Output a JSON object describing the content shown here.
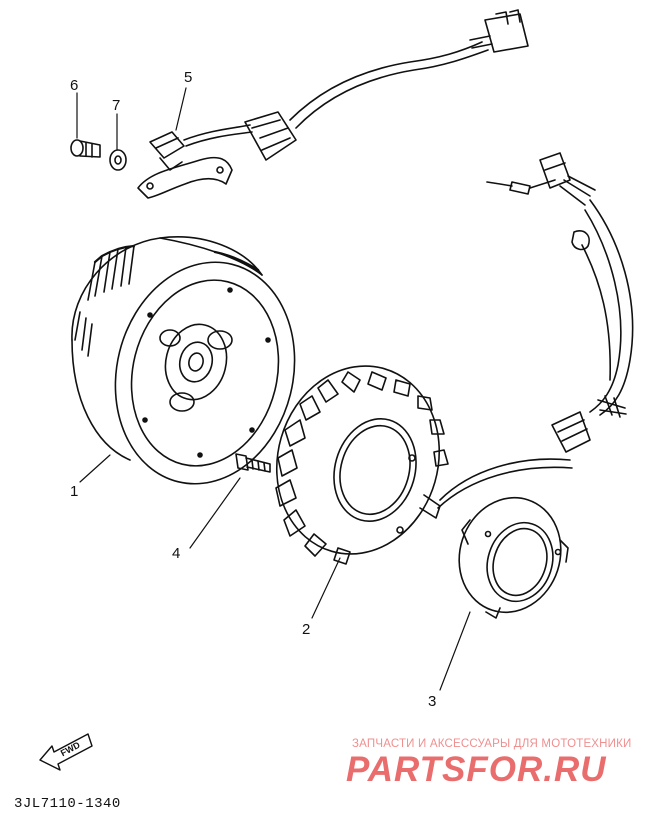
{
  "callouts": [
    {
      "id": "part-1",
      "label": "1"
    },
    {
      "id": "part-2",
      "label": "2"
    },
    {
      "id": "part-3",
      "label": "3"
    },
    {
      "id": "part-4",
      "label": "4"
    },
    {
      "id": "part-5",
      "label": "5"
    },
    {
      "id": "part-6",
      "label": "6"
    },
    {
      "id": "part-7",
      "label": "7"
    }
  ],
  "diagram_code": "3JL7110-1340",
  "fwd_label": "FWD",
  "watermark": {
    "tagline": "ЗАПЧАСТИ И АКСЕССУАРЫ ДЛЯ МОТОТЕХНИКИ",
    "brand": "PARTSFOR.RU",
    "color": "#e85a5a"
  },
  "line_color": "#111111"
}
